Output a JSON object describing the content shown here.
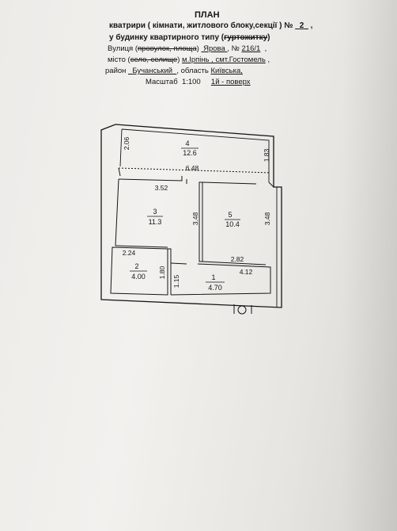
{
  "header": {
    "title": "ПЛАН",
    "line1_text": "кватрири ( кімнати, житлового блоку,секції ) №",
    "line1_num": "2",
    "line1_end": ",",
    "line2_text": "у будинку квартирного типу (",
    "line2_struck": "гуртожитку",
    "line2_end": ")",
    "street_label": "Вулиця (",
    "street_struck": "провулок, площа",
    "street_close": ")",
    "street_value": "Ярова",
    "street_sep": ", №",
    "street_number": "216/1",
    "street_end": ",",
    "city_label": "місто (",
    "city_struck": "село, селище",
    "city_close": ")",
    "city_value": "м.Ірпінь , смт.Гостомель",
    "city_end": ",",
    "district_label": "район",
    "district_value": "Бучанський",
    "district_sep": ", область",
    "region_value": "Київська,",
    "scale_label": "Масштаб",
    "scale_value": "1:100",
    "floor_value": "1й - поверх"
  },
  "plan": {
    "rooms": [
      {
        "id": "4",
        "area": "12.6"
      },
      {
        "id": "3",
        "area": "11.3"
      },
      {
        "id": "5",
        "area": "10.4"
      },
      {
        "id": "2",
        "area": "4.00"
      },
      {
        "id": "1",
        "area": "4.70"
      }
    ],
    "dimensions": {
      "room4_left": "2.06",
      "room4_right": "1.83",
      "room4_width": "6.48",
      "room3_width": "3.52",
      "room3_height": "3.48",
      "room5_height": "3.48",
      "room5_width": "2.82",
      "corridor_width": "4.12",
      "bath_width": "2.24",
      "bath_height": "1.80",
      "corridor_height": "1.15"
    }
  },
  "colors": {
    "ink": "#151515",
    "paper": "#eeede9"
  }
}
